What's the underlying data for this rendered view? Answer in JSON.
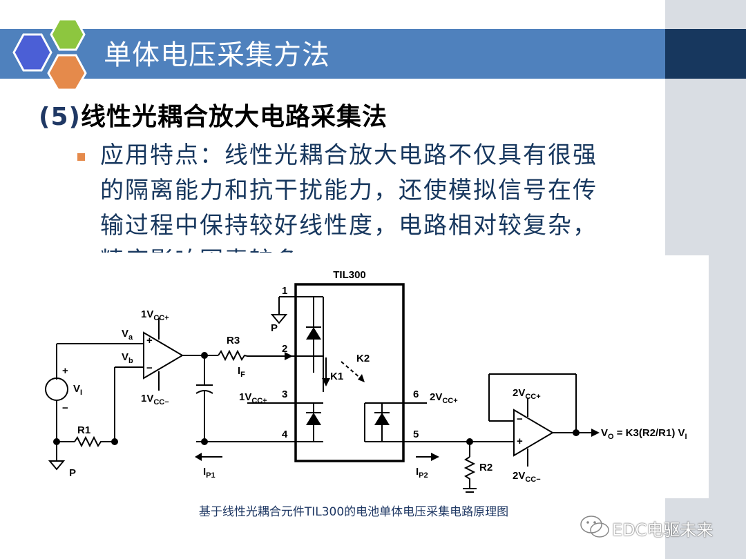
{
  "slide": {
    "title": "单体电压采集方法",
    "heading_num": "(5)",
    "heading_text": "线性光耦合放大电路采集法",
    "bullet_lines": [
      "应用特点：线性光耦合放大电路不仅具有很强",
      "的隔离能力和抗干扰能力，还使模拟信号在传",
      "输过程中保持较好线性度，电路相对较复杂，",
      "精度影响因素较多。"
    ],
    "caption": "基于线性光耦合元件TIL300的电池单体电压采集电路原理图",
    "watermark": "EDC电驱未来"
  },
  "colors": {
    "title_bar": "#4f81bd",
    "title_bar_dark": "#17375e",
    "right_strip": "#d9dde3",
    "bullet_marker": "#e58a4b",
    "body_text": "#17375e",
    "logo_blue": "#4b5fd6",
    "logo_green": "#8dc63f",
    "logo_orange": "#e58a4b"
  },
  "circuit": {
    "ic_label": "TIL300",
    "pin1": "1",
    "pin2": "2",
    "pin3": "3",
    "pin4": "4",
    "pin5": "5",
    "pin6": "6",
    "ground_p": "P",
    "k1": "K1",
    "k2": "K2",
    "va": "V",
    "va_sub": "a",
    "vb": "V",
    "vb_sub": "b",
    "vi": "V",
    "vi_sub": "I",
    "plus": "+",
    "minus": "−",
    "r1": "R1",
    "r2": "R2",
    "r3": "R3",
    "if": "I",
    "if_sub": "F",
    "ip1": "I",
    "ip1_sub": "P1",
    "ip2": "I",
    "ip2_sub": "P2",
    "opamp1_vcc_pos": "1V",
    "opamp1_vcc_pos_sub": "CC+",
    "opamp1_vcc_neg": "1V",
    "opamp1_vcc_neg_sub": "CC−",
    "pin3_supply": "1V",
    "pin3_supply_sub": "CC+",
    "pin6_supply": "2V",
    "pin6_supply_sub": "CC+",
    "opamp2_vcc_pos": "2V",
    "opamp2_vcc_pos_sub": "CC+",
    "opamp2_vcc_neg": "2V",
    "opamp2_vcc_neg_sub": "CC−",
    "vo_prefix": "V",
    "vo_sub": "O",
    "vo_formula": " = K3(R2/R1) V",
    "vo_formula_sub": "I"
  }
}
